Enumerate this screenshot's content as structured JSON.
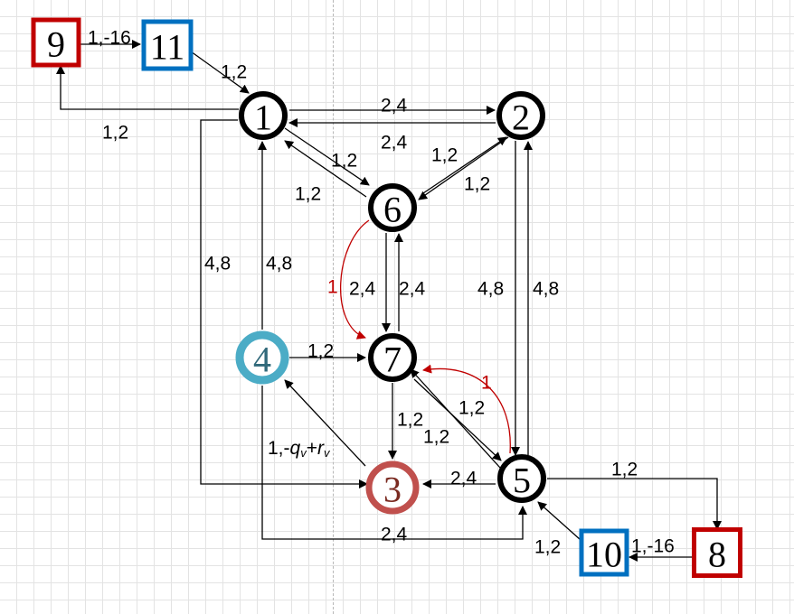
{
  "nodes": [
    {
      "id": "1",
      "label": "1",
      "shape": "circle",
      "color": "#000000",
      "fill": "#ffffff",
      "text_color": "#000000"
    },
    {
      "id": "2",
      "label": "2",
      "shape": "circle",
      "color": "#000000",
      "fill": "#ffffff",
      "text_color": "#000000"
    },
    {
      "id": "3",
      "label": "3",
      "shape": "circle",
      "color": "#c0504d",
      "fill": "#ffffff",
      "text_color": "#7a2a20"
    },
    {
      "id": "4",
      "label": "4",
      "shape": "circle",
      "color": "#4bacc6",
      "fill": "#ffffff",
      "text_color": "#31697a"
    },
    {
      "id": "5",
      "label": "5",
      "shape": "circle",
      "color": "#000000",
      "fill": "#ffffff",
      "text_color": "#000000"
    },
    {
      "id": "6",
      "label": "6",
      "shape": "circle",
      "color": "#000000",
      "fill": "#ffffff",
      "text_color": "#000000"
    },
    {
      "id": "7",
      "label": "7",
      "shape": "circle",
      "color": "#000000",
      "fill": "#ffffff",
      "text_color": "#000000"
    },
    {
      "id": "8",
      "label": "8",
      "shape": "square",
      "color": "#c00000",
      "fill": "#ffffff",
      "text_color": "#000000"
    },
    {
      "id": "9",
      "label": "9",
      "shape": "square",
      "color": "#c00000",
      "fill": "#ffffff",
      "text_color": "#000000"
    },
    {
      "id": "10",
      "label": "10",
      "shape": "square",
      "color": "#0070c0",
      "fill": "#ffffff",
      "text_color": "#000000"
    },
    {
      "id": "11",
      "label": "11",
      "shape": "square",
      "color": "#0070c0",
      "fill": "#ffffff",
      "text_color": "#000000"
    }
  ],
  "edges": [
    {
      "id": "e9-11",
      "from": "9",
      "to": "11",
      "label": "1,-16"
    },
    {
      "id": "e11-1",
      "from": "11",
      "to": "1",
      "label": "1,2"
    },
    {
      "id": "e1-9",
      "from": "1",
      "to": "9",
      "label": "1,2"
    },
    {
      "id": "e1-2",
      "from": "1",
      "to": "2",
      "label": "2,4"
    },
    {
      "id": "e2-1",
      "from": "2",
      "to": "1",
      "label": "2,4"
    },
    {
      "id": "e6-1",
      "from": "6",
      "to": "1",
      "label": "1,2"
    },
    {
      "id": "e1-6",
      "from": "1",
      "to": "6",
      "label": "1,2"
    },
    {
      "id": "e2-6",
      "from": "2",
      "to": "6",
      "label": "1,2"
    },
    {
      "id": "e6-2",
      "from": "6",
      "to": "2",
      "label": "1,2"
    },
    {
      "id": "e1-3",
      "from": "1",
      "to": "3",
      "label": "4,8"
    },
    {
      "id": "e4-1",
      "from": "4",
      "to": "1",
      "label": "4,8"
    },
    {
      "id": "e6-7",
      "from": "6",
      "to": "7",
      "label": "2,4"
    },
    {
      "id": "e7-6",
      "from": "7",
      "to": "6",
      "label": "2,4"
    },
    {
      "id": "e6-7-red",
      "from": "6",
      "to": "7",
      "label": "1",
      "color": "#c00000"
    },
    {
      "id": "e5-2",
      "from": "5",
      "to": "2",
      "label": "4,8"
    },
    {
      "id": "e2-5",
      "from": "2",
      "to": "5",
      "label": "4,8"
    },
    {
      "id": "e4-7",
      "from": "4",
      "to": "7",
      "label": "1,2"
    },
    {
      "id": "e7-3",
      "from": "7",
      "to": "3",
      "label": "1,2"
    },
    {
      "id": "e5-7",
      "from": "5",
      "to": "7",
      "label": "1,2"
    },
    {
      "id": "e7-5",
      "from": "7",
      "to": "5",
      "label": "1,2"
    },
    {
      "id": "e5-7-red",
      "from": "5",
      "to": "7",
      "label": "1",
      "color": "#c00000"
    },
    {
      "id": "e3-4",
      "from": "3",
      "to": "4",
      "label": "1,-qv+rv",
      "rich": [
        "1,-",
        "q",
        "v",
        "+",
        "r",
        "v"
      ]
    },
    {
      "id": "e5-3",
      "from": "5",
      "to": "3",
      "label": "2,4"
    },
    {
      "id": "e4-5",
      "from": "4",
      "to": "5",
      "label": "2,4"
    },
    {
      "id": "e5-8",
      "from": "5",
      "to": "8",
      "label": "1,2"
    },
    {
      "id": "e8-10",
      "from": "8",
      "to": "10",
      "label": "1,-16"
    },
    {
      "id": "e10-5",
      "from": "10",
      "to": "5",
      "label": "1,2"
    }
  ]
}
